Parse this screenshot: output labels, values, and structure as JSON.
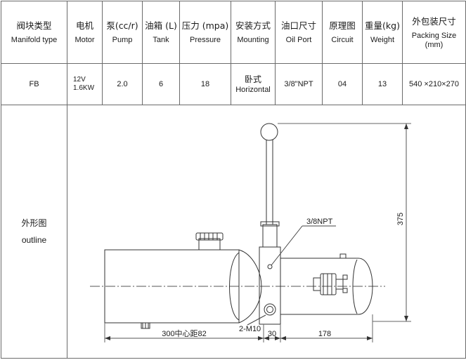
{
  "headers": [
    {
      "zh": "阀块类型",
      "en": "Manifold  type"
    },
    {
      "zh": "电机",
      "en": "Motor"
    },
    {
      "zh": "泵(cc/r)",
      "en": "Pump"
    },
    {
      "zh": "油箱 (L)",
      "en": "Tank"
    },
    {
      "zh": "压力 (mpa)",
      "en": "Pressure"
    },
    {
      "zh": "安装方式",
      "en": "Mounting"
    },
    {
      "zh": "油口尺寸",
      "en": "Oil Port"
    },
    {
      "zh": "原理图",
      "en": "Circuit"
    },
    {
      "zh": "重量(kg)",
      "en": "Weight"
    },
    {
      "zh": "外包装尺寸",
      "en": "Packing Size",
      "en2": "(mm)"
    }
  ],
  "row": {
    "manifold": "FB",
    "motor_voltage": "12V",
    "motor_power": "1.6KW",
    "pump": "2.0",
    "tank": "6",
    "pressure": "18",
    "mounting_zh": "卧式",
    "mounting_en": "Horizontal",
    "oil_port": "3/8\"NPT",
    "circuit": "04",
    "weight": "13",
    "packing": "540 ×210×270"
  },
  "outline": {
    "label_zh": "外形图",
    "label_en": "outline"
  },
  "drawing": {
    "dim_height": "375",
    "port_callout": "3/8NPT",
    "thread_callout": "2-M10",
    "dim_left": "300中心距82",
    "dim_middle": "30",
    "dim_right": "178"
  }
}
